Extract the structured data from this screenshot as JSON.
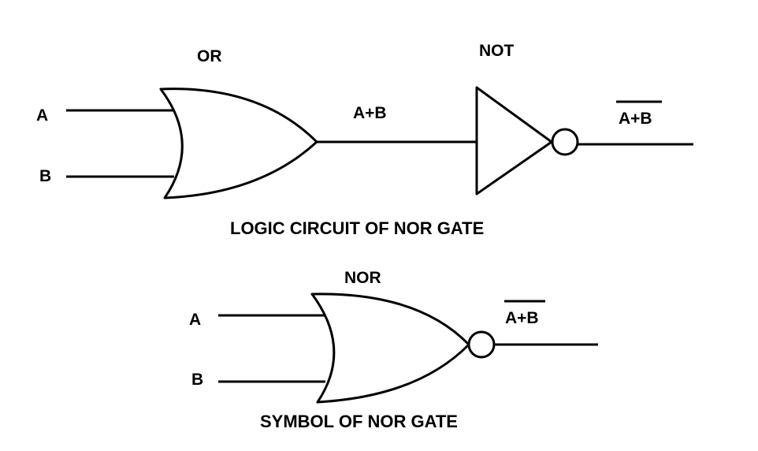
{
  "circuit": {
    "or_label": "OR",
    "not_label": "NOT",
    "input_a": "A",
    "input_b": "B",
    "intermediate_output": "A+B",
    "final_output": "A+B",
    "caption": "LOGIC CIRCUIT OF NOR GATE"
  },
  "symbol": {
    "nor_label": "NOR",
    "input_a": "A",
    "input_b": "B",
    "output": "A+B",
    "caption": "SYMBOL OF NOR GATE"
  }
}
